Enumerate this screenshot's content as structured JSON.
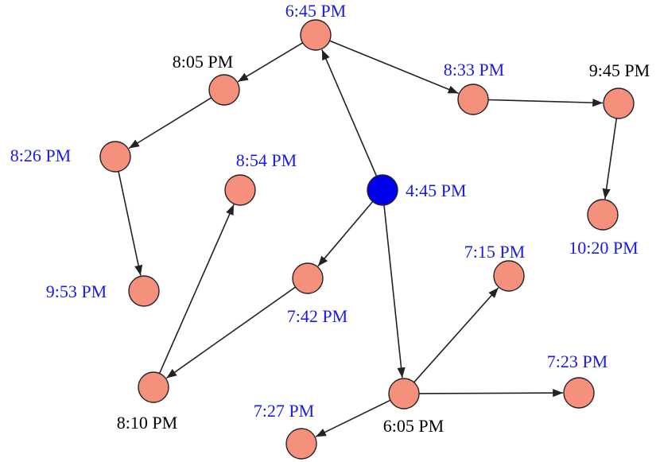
{
  "colors": {
    "node_fill": "#f4907c",
    "root_fill": "#0000ee",
    "stroke": "#222222",
    "label_blue": "#1a1ae6",
    "label_black": "#000000"
  },
  "nodes": [
    {
      "id": "n445",
      "label": "4:45 PM",
      "root": true,
      "label_color": "blue"
    },
    {
      "id": "n645",
      "label": "6:45 PM",
      "root": false,
      "label_color": "blue"
    },
    {
      "id": "n805",
      "label": "8:05 PM",
      "root": false,
      "label_color": "black"
    },
    {
      "id": "n833",
      "label": "8:33 PM",
      "root": false,
      "label_color": "blue"
    },
    {
      "id": "n945",
      "label": "9:45 PM",
      "root": false,
      "label_color": "black"
    },
    {
      "id": "n826",
      "label": "8:26 PM",
      "root": false,
      "label_color": "blue"
    },
    {
      "id": "n854",
      "label": "8:54 PM",
      "root": false,
      "label_color": "blue"
    },
    {
      "id": "n1020",
      "label": "10:20 PM",
      "root": false,
      "label_color": "blue"
    },
    {
      "id": "n715",
      "label": "7:15 PM",
      "root": false,
      "label_color": "blue"
    },
    {
      "id": "n953",
      "label": "9:53 PM",
      "root": false,
      "label_color": "blue"
    },
    {
      "id": "n742",
      "label": "7:42 PM",
      "root": false,
      "label_color": "blue"
    },
    {
      "id": "n723",
      "label": "7:23 PM",
      "root": false,
      "label_color": "blue"
    },
    {
      "id": "n810",
      "label": "8:10 PM",
      "root": false,
      "label_color": "black"
    },
    {
      "id": "n727",
      "label": "7:27 PM",
      "root": false,
      "label_color": "blue"
    },
    {
      "id": "n605",
      "label": "6:05 PM",
      "root": false,
      "label_color": "black"
    }
  ],
  "edges": [
    {
      "from": "n445",
      "to": "n645"
    },
    {
      "from": "n445",
      "to": "n742"
    },
    {
      "from": "n445",
      "to": "n605"
    },
    {
      "from": "n645",
      "to": "n805"
    },
    {
      "from": "n645",
      "to": "n833"
    },
    {
      "from": "n833",
      "to": "n945"
    },
    {
      "from": "n945",
      "to": "n1020"
    },
    {
      "from": "n805",
      "to": "n826"
    },
    {
      "from": "n826",
      "to": "n953"
    },
    {
      "from": "n742",
      "to": "n810"
    },
    {
      "from": "n810",
      "to": "n854"
    },
    {
      "from": "n605",
      "to": "n715"
    },
    {
      "from": "n605",
      "to": "n723"
    },
    {
      "from": "n605",
      "to": "n727"
    }
  ]
}
